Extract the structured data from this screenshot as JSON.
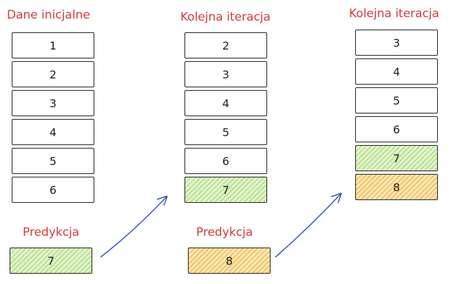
{
  "columns": [
    {
      "title": "Dane inicjalne",
      "cells": [
        "1",
        "2",
        "3",
        "4",
        "5",
        "6"
      ]
    },
    {
      "title": "Kolejna iteracja",
      "cells": [
        "2",
        "3",
        "4",
        "5",
        "6",
        "7"
      ],
      "highlight": [
        "normal",
        "normal",
        "normal",
        "normal",
        "normal",
        "green"
      ]
    },
    {
      "title": "Kolejna iteracja",
      "cells": [
        "3",
        "4",
        "5",
        "6",
        "7",
        "8"
      ],
      "highlight": [
        "normal",
        "normal",
        "normal",
        "normal",
        "green",
        "orange"
      ]
    }
  ],
  "predictions": [
    {
      "label": "Predykcja",
      "value": "7",
      "color": "green"
    },
    {
      "label": "Predykcja",
      "value": "8",
      "color": "orange"
    }
  ],
  "colors": {
    "title": "#d43a3a",
    "green": "#b6e28c",
    "orange": "#f1c55a",
    "arrow": "#3550c8"
  }
}
